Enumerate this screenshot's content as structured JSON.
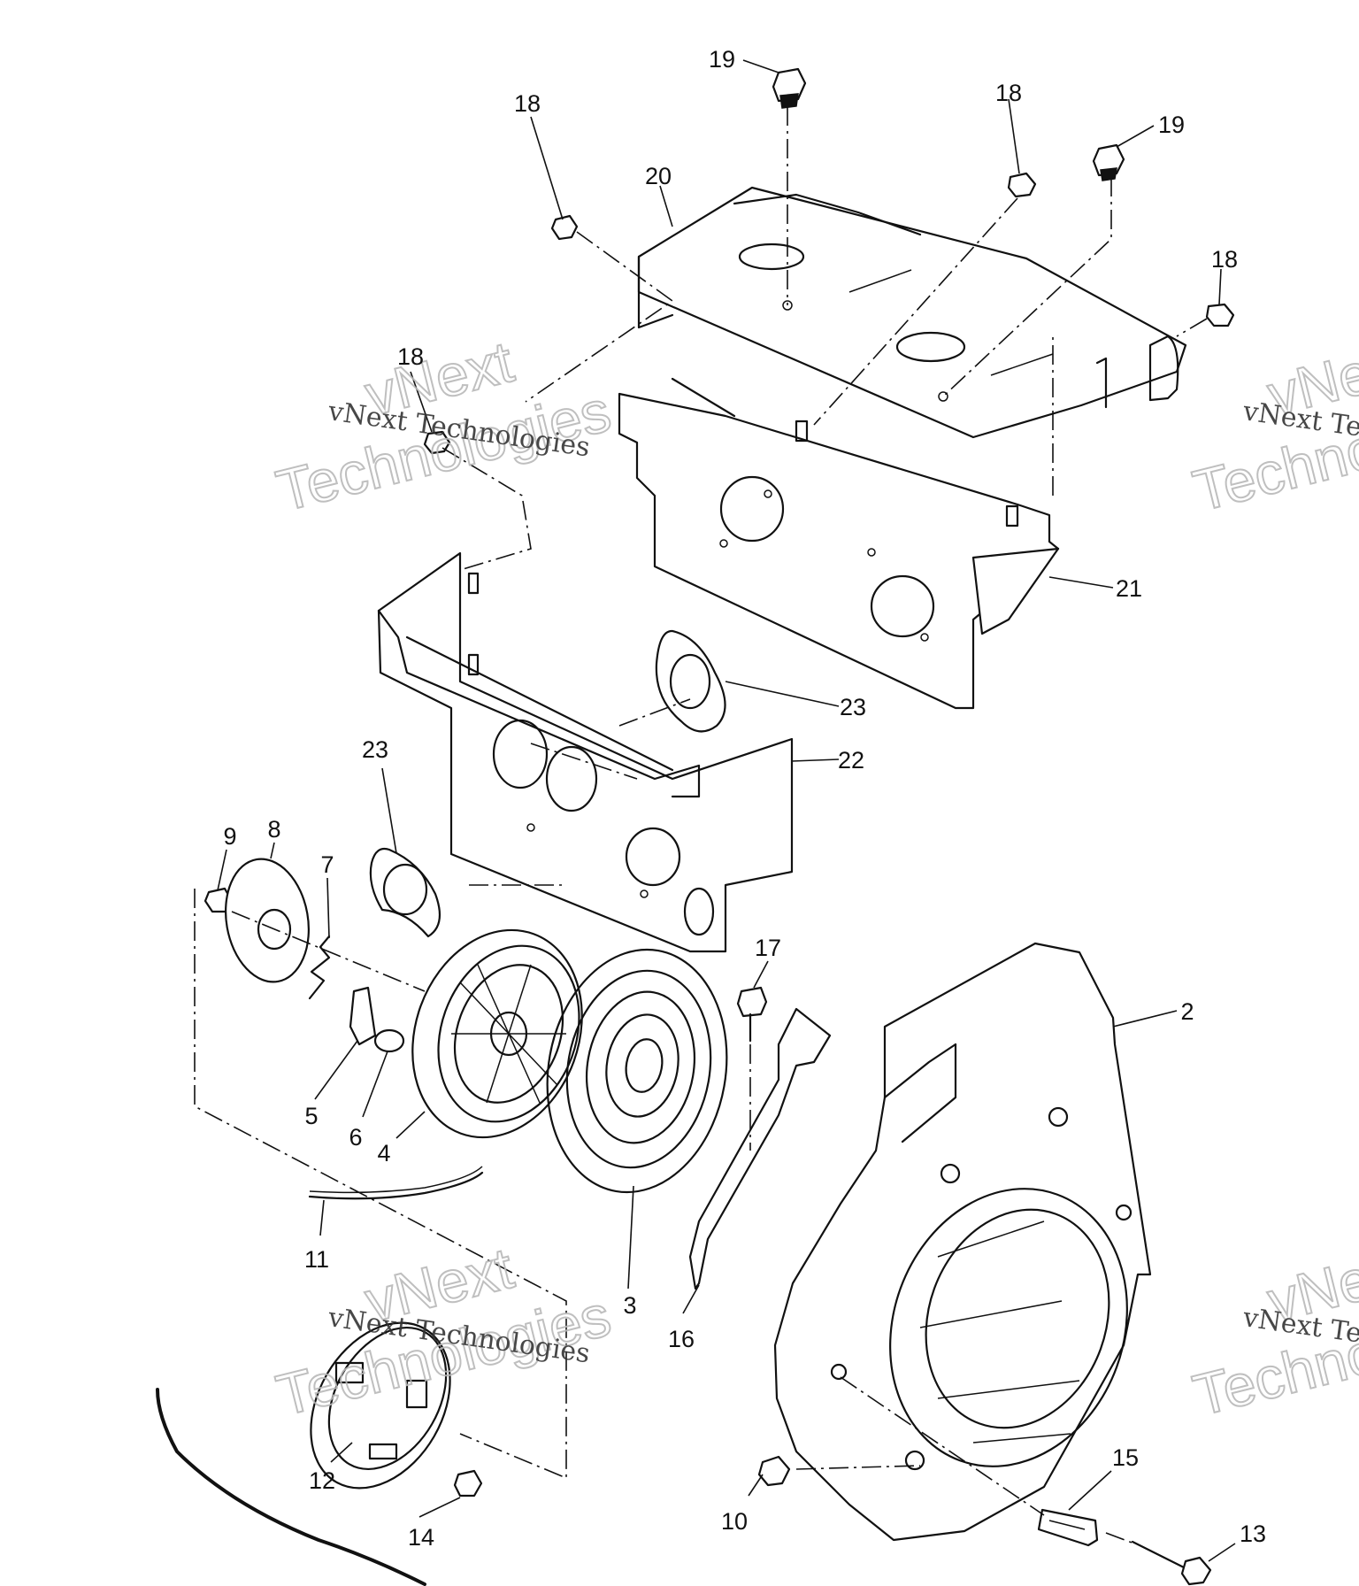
{
  "diagram": {
    "callouts": [
      {
        "id": "label-19a",
        "text": "19"
      },
      {
        "id": "label-18a",
        "text": "18"
      },
      {
        "id": "label-18b",
        "text": "18"
      },
      {
        "id": "label-19b",
        "text": "19"
      },
      {
        "id": "label-20",
        "text": "20"
      },
      {
        "id": "label-18c",
        "text": "18"
      },
      {
        "id": "label-18d",
        "text": "18"
      },
      {
        "id": "label-21",
        "text": "21"
      },
      {
        "id": "label-23a",
        "text": "23"
      },
      {
        "id": "label-22",
        "text": "22"
      },
      {
        "id": "label-23b",
        "text": "23"
      },
      {
        "id": "label-9",
        "text": "9"
      },
      {
        "id": "label-8",
        "text": "8"
      },
      {
        "id": "label-7",
        "text": "7"
      },
      {
        "id": "label-17",
        "text": "17"
      },
      {
        "id": "label-2",
        "text": "2"
      },
      {
        "id": "label-5",
        "text": "5"
      },
      {
        "id": "label-6",
        "text": "6"
      },
      {
        "id": "label-4",
        "text": "4"
      },
      {
        "id": "label-11",
        "text": "11"
      },
      {
        "id": "label-3",
        "text": "3"
      },
      {
        "id": "label-16",
        "text": "16"
      },
      {
        "id": "label-12",
        "text": "12"
      },
      {
        "id": "label-14",
        "text": "14"
      },
      {
        "id": "label-15",
        "text": "15"
      },
      {
        "id": "label-10",
        "text": "10"
      },
      {
        "id": "label-13",
        "text": "13"
      }
    ],
    "watermark": {
      "line1": "vNext Technologies",
      "line2": "vNext",
      "line3": "Technologies"
    }
  }
}
